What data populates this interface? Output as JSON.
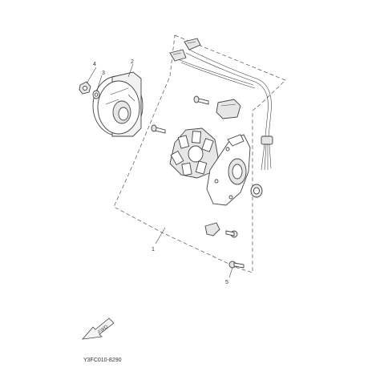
{
  "callouts": {
    "c1": "1",
    "c2": "2",
    "c3": "3",
    "c4": "4",
    "c5": "5"
  },
  "fwd_label": "FWD",
  "diagram_code": "Y3FC010-8290",
  "colors": {
    "line": "#444444",
    "fill": "#e6e6e6",
    "background": "#ffffff"
  }
}
